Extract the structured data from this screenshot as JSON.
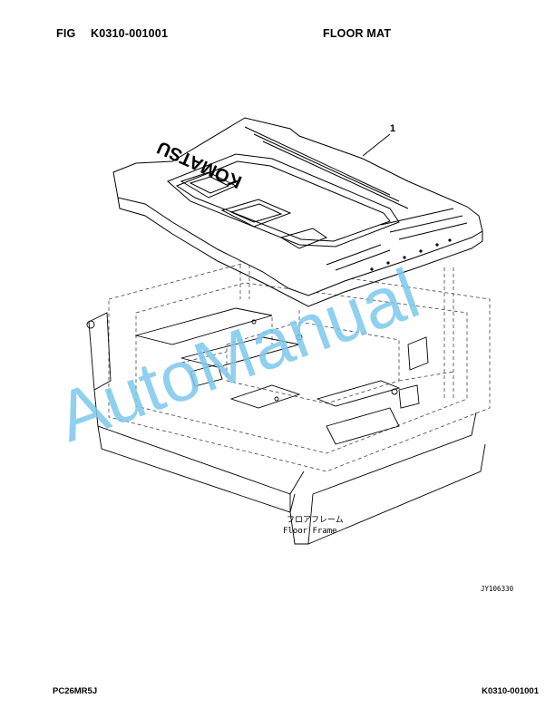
{
  "header": {
    "fig_label": "FIG",
    "fig_code": "K0310-001001",
    "title": "FLOOR MAT"
  },
  "drawing": {
    "callout_number": "1",
    "mat_brand_text": "KOMATSU",
    "frame_label_jp": "フロアフレーム",
    "frame_label_en": "Floor Frame",
    "drawing_id": "JY106330"
  },
  "watermark": "AutoManual",
  "footer": {
    "model": "PC26MR5J",
    "code": "K0310-001001"
  },
  "colors": {
    "line": "#000000",
    "hidden_line": "#555555",
    "watermark": "#7cc8ec"
  }
}
